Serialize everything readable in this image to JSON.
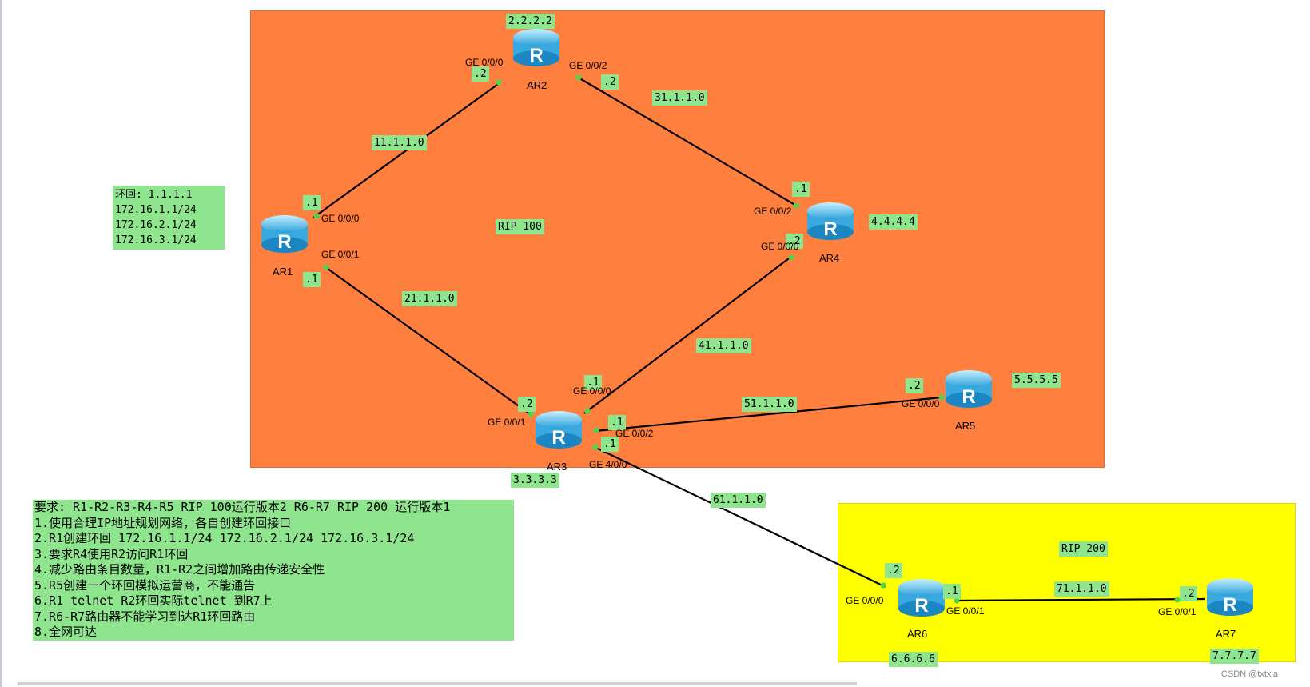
{
  "zones": {
    "rip100": "RIP 100",
    "rip200": "RIP 200"
  },
  "routers": {
    "ar1": {
      "name": "AR1"
    },
    "ar2": {
      "name": "AR2",
      "loopback": "2.2.2.2"
    },
    "ar3": {
      "name": "AR3",
      "loopback": "3.3.3.3"
    },
    "ar4": {
      "name": "AR4",
      "loopback": "4.4.4.4"
    },
    "ar5": {
      "name": "AR5",
      "loopback": "5.5.5.5"
    },
    "ar6": {
      "name": "AR6",
      "loopback": "6.6.6.6"
    },
    "ar7": {
      "name": "AR7",
      "loopback": "7.7.7.7"
    }
  },
  "networks": {
    "n11": "11.1.1.0",
    "n21": "21.1.1.0",
    "n31": "31.1.1.0",
    "n41": "41.1.1.0",
    "n51": "51.1.1.0",
    "n61": "61.1.1.0",
    "n71": "71.1.1.0"
  },
  "ports": {
    "ar1_g0": "GE 0/0/0",
    "ar1_g1": "GE 0/0/1",
    "ar2_g0": "GE 0/0/0",
    "ar2_g2": "GE 0/0/2",
    "ar4_g2": "GE 0/0/2",
    "ar4_g0": "GE 0/0/0",
    "ar3_g0": "GE 0/0/0",
    "ar3_g1": "GE 0/0/1",
    "ar3_g2": "GE 0/0/2",
    "ar3_g4": "GE 4/0/0",
    "ar5_g0": "GE 0/0/0",
    "ar6_g0": "GE 0/0/0",
    "ar6_g1": "GE 0/0/1",
    "ar7_g1": "GE 0/0/1"
  },
  "hosts": {
    "ar1_g0": ".1",
    "ar1_g1": ".1",
    "ar2_g0": ".2",
    "ar2_g2": ".2",
    "ar4_g2": ".1",
    "ar4_g0": ".2",
    "ar3_g0": ".1",
    "ar3_g1": ".2",
    "ar3_g2": ".1",
    "ar3_g4": ".1",
    "ar5_g0": ".2",
    "ar6_g0": ".2",
    "ar6_g1": ".1",
    "ar7_g1": ".2"
  },
  "loopback_note": {
    "lines": [
      "环回: 1.1.1.1",
      "172.16.1.1/24",
      "172.16.2.1/24",
      "172.16.3.1/24"
    ]
  },
  "requirements": {
    "lines": [
      "要求: R1-R2-R3-R4-R5 RIP 100运行版本2 R6-R7 RIP 200 运行版本1",
      "1.使用合理IP地址规划网络，各自创建环回接口",
      "2.R1创建环回 172.16.1.1/24 172.16.2.1/24 172.16.3.1/24",
      "3.要求R4使用R2访问R1环回",
      "4.减少路由条目数量，R1-R2之间增加路由传递安全性",
      "5.R5创建一个环回模拟运营商，不能通告",
      "6.R1 telnet R2环回实际telnet 到R7上",
      "7.R6-R7路由器不能学习到达R1环回路由",
      "8.全网可达"
    ]
  },
  "watermark": "CSDN @txtxla",
  "colors": {
    "rip100_zone": "#ff7f3f",
    "rip200_zone": "#ffff00",
    "label_bg": "#8ee58e",
    "link": "#000000",
    "port_dot": "#4cd44c"
  }
}
